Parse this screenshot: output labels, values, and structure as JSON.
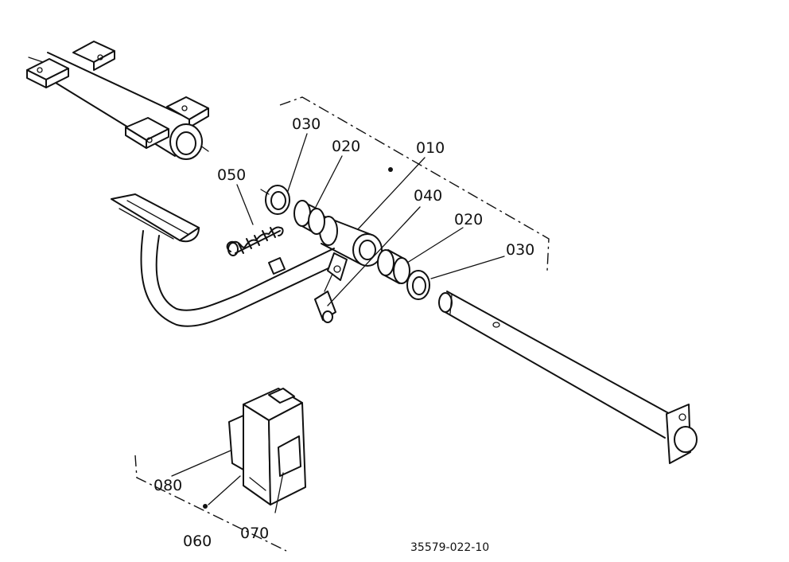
{
  "drawing": {
    "drawing_number": "35579-022-10",
    "callouts": {
      "c010": "010",
      "c020a": "020",
      "c020b": "020",
      "c030a": "030",
      "c030b": "030",
      "c040": "040",
      "c050": "050",
      "c060": "060",
      "c070": "070",
      "c080": "080"
    }
  }
}
